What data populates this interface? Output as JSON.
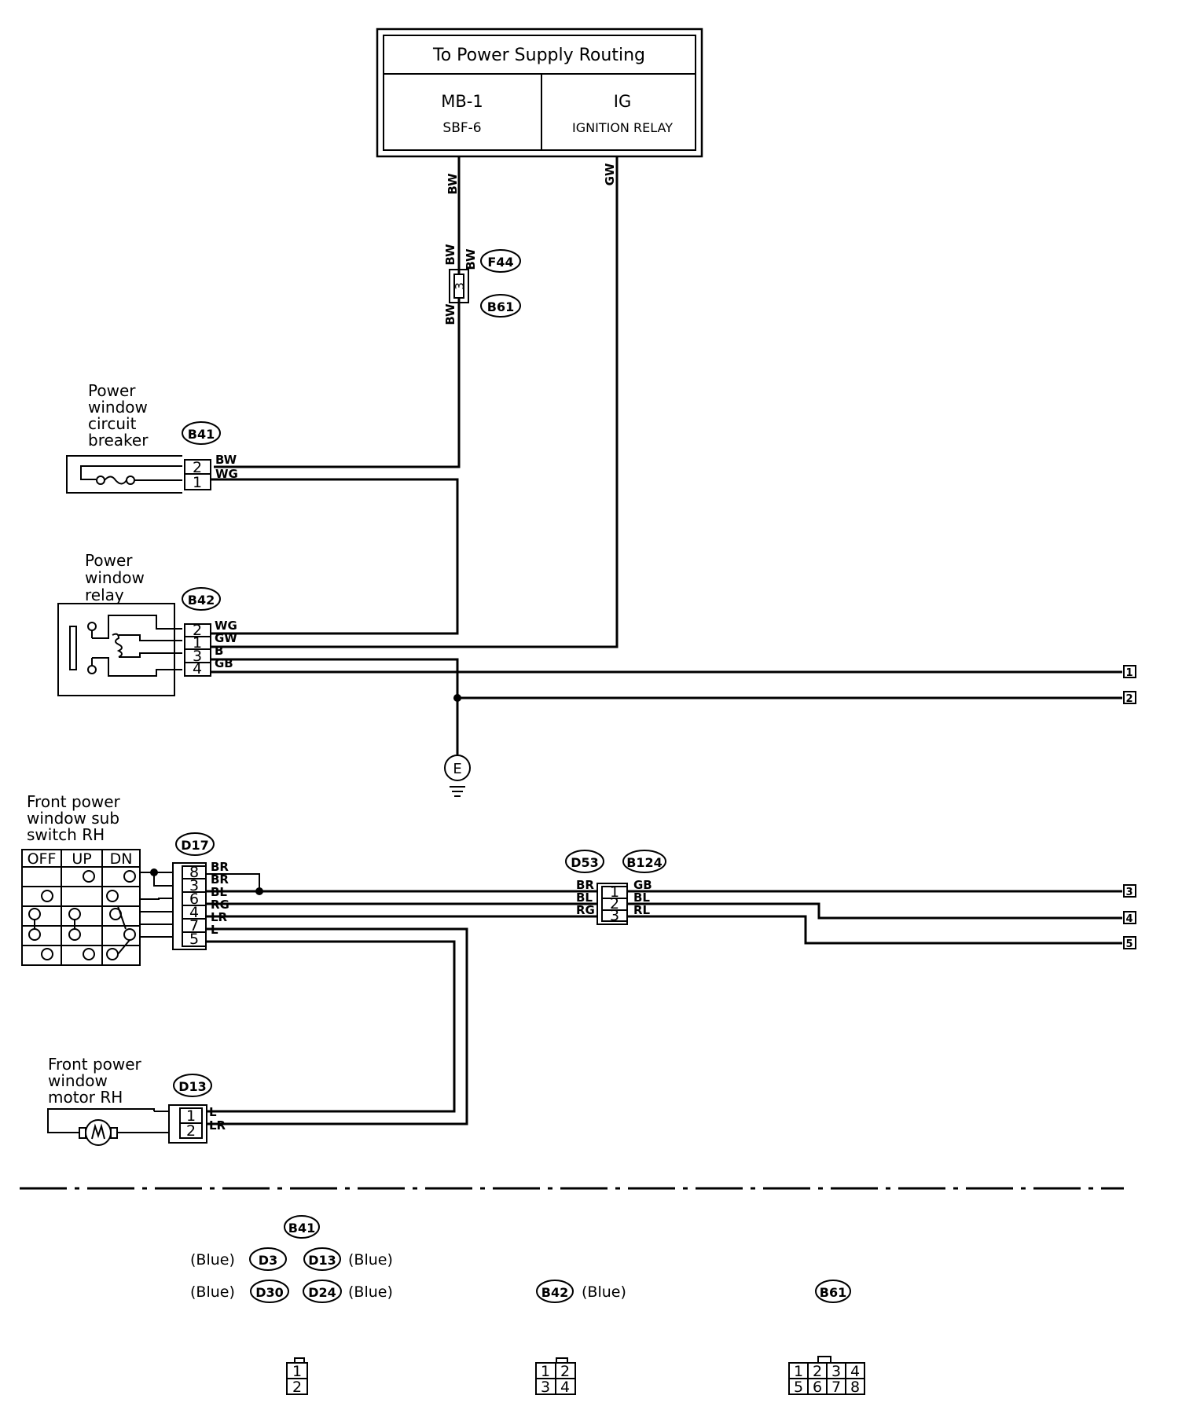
{
  "header": {
    "title": "To Power Supply Routing",
    "left": {
      "line1": "MB-1",
      "line2": "SBF-6"
    },
    "right": {
      "line1": "IG",
      "line2": "IGNITION RELAY"
    }
  },
  "connectors": {
    "f44": "F44",
    "b61": "B61",
    "b41": "B41",
    "b42": "B42",
    "d17": "D17",
    "d53": "D53",
    "b124": "B124",
    "d13": "D13"
  },
  "components": {
    "breaker": [
      "Power",
      "window",
      "circuit",
      "breaker"
    ],
    "relay": [
      "Power",
      "window",
      "relay"
    ],
    "subswitch": [
      "Front power",
      "window sub",
      "switch RH"
    ],
    "motor": [
      "Front power",
      "window",
      "motor RH"
    ],
    "ground": "E"
  },
  "switch_table": {
    "headers": [
      "OFF",
      "UP",
      "DN"
    ]
  },
  "wires": {
    "bw": "BW",
    "gw": "GW",
    "wg": "WG",
    "b": "B",
    "gb": "GB",
    "br": "BR",
    "bl": "BL",
    "rg": "RG",
    "lr": "LR",
    "l": "L",
    "rl": "RL"
  },
  "pins": {
    "f44": "3",
    "b41": [
      "2",
      "1"
    ],
    "b42": [
      "2",
      "1",
      "3",
      "4"
    ],
    "d17": [
      "8",
      "3",
      "6",
      "4",
      "7",
      "5"
    ],
    "d53": [
      "1",
      "2",
      "3"
    ],
    "d13": [
      "1",
      "2"
    ]
  },
  "refs": [
    "1",
    "2",
    "3",
    "4",
    "5"
  ],
  "legend": {
    "b41": "B41",
    "d3": "D3",
    "d13": "D13",
    "d30": "D30",
    "d24": "D24",
    "b42": "B42",
    "b61": "B61",
    "blue": "(Blue)",
    "face_small": [
      "1",
      "2"
    ],
    "face_4": [
      "1",
      "2",
      "3",
      "4"
    ],
    "face_8": [
      "1",
      "2",
      "3",
      "4",
      "5",
      "6",
      "7",
      "8"
    ]
  }
}
